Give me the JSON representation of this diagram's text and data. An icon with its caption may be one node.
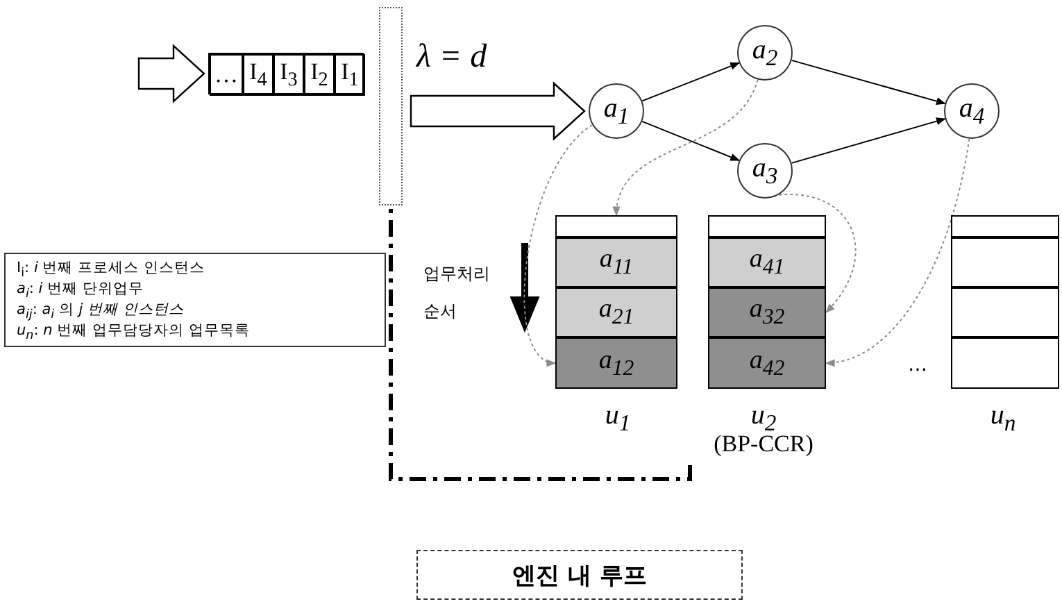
{
  "diagram": {
    "nodes": [
      {
        "text": [],
        "shape": "box"
      },
      {
        "text": [
          "…"
        ],
        "in": 0
      },
      {
        "text": [
          "I$_{4}$"
        ],
        "in": 0
      },
      {
        "text": [
          "I$_{3}$"
        ],
        "in": 0
      },
      {
        "text": [
          "I$_{2}$"
        ],
        "in": 0
      },
      {
        "text": [
          "I$_{1}$"
        ],
        "in": 0
      },
      {
        "text": [],
        "shape": "bar"
      },
      {
        "text": [
          "a$_{1}$"
        ]
      },
      {
        "text": [
          "a$_{2}$"
        ]
      },
      {
        "text": [
          "a$_{3}$"
        ]
      },
      {
        "text": [
          "a$_{4}$"
        ]
      },
      {
        "text": [
          "I$_{i}$: *i* 번째 프로세스 인스턴스",
          "*a$_{i}$*: *i* 번째 단위업무",
          "*a$_{ij}$*: *a$_{i}$* 의 *j 번째 인스턴스*",
          "*u$_{n}$*: *n* 번째 업무담당자의 업무목록"
        ]
      },
      {
        "text": [
          "u$_{1}$"
        ]
      },
      {
        "text": [],
        "shape": "box",
        "in": 12
      },
      {
        "text": [
          "a$_{11}$"
        ],
        "in": 12
      },
      {
        "text": [
          "a$_{21}$"
        ],
        "in": 12
      },
      {
        "text": [
          "a$_{12}$"
        ],
        "in": 12
      },
      {
        "text": [
          "u$_{2}$",
          "(BP-CCR)"
        ]
      },
      {
        "text": [],
        "shape": "box",
        "in": 17
      },
      {
        "text": [
          "a$_{41}$"
        ],
        "in": 17
      },
      {
        "text": [
          "a$_{32}$"
        ],
        "in": 17
      },
      {
        "text": [
          "a$_{42}$"
        ],
        "in": 17
      },
      {
        "text": [
          "u$_{n}$"
        ]
      },
      {
        "text": [],
        "shape": "box",
        "in": 22
      },
      {
        "text": [],
        "shape": "box",
        "in": 22
      },
      {
        "text": [],
        "shape": "box",
        "in": 22
      },
      {
        "text": [],
        "shape": "box",
        "in": 22
      },
      {
        "text": [
          "엔진 내 루프"
        ]
      }
    ],
    "edges": [
      {
        "from": null,
        "to": 0,
        "arrow": "to",
        "style": "thick"
      },
      {
        "from": 6,
        "to": 7,
        "arrow": "to",
        "label": "λ = d",
        "style": "thick"
      },
      {
        "from": 7,
        "to": 8,
        "arrow": "to"
      },
      {
        "from": 7,
        "to": 9,
        "arrow": "to"
      },
      {
        "from": 8,
        "to": 10,
        "arrow": "to"
      },
      {
        "from": 9,
        "to": 10,
        "arrow": "to"
      },
      {
        "from": 7,
        "to": 16,
        "arrow": "to",
        "style": "dashed",
        "color": "#8c8c8c"
      },
      {
        "from": 8,
        "to": 13,
        "arrow": "to",
        "style": "dashed",
        "color": "#8c8c8c"
      },
      {
        "from": 9,
        "to": 20,
        "arrow": "to",
        "style": "dashed",
        "color": "#8c8c8c"
      },
      {
        "from": 10,
        "to": 21,
        "arrow": "to",
        "style": "dashed",
        "color": "#8c8c8c"
      },
      {
        "from": 17,
        "to": 6,
        "arrow": "none",
        "style": "dashed"
      }
    ],
    "labels": [
      "업무처리 순서",
      "…"
    ]
  }
}
